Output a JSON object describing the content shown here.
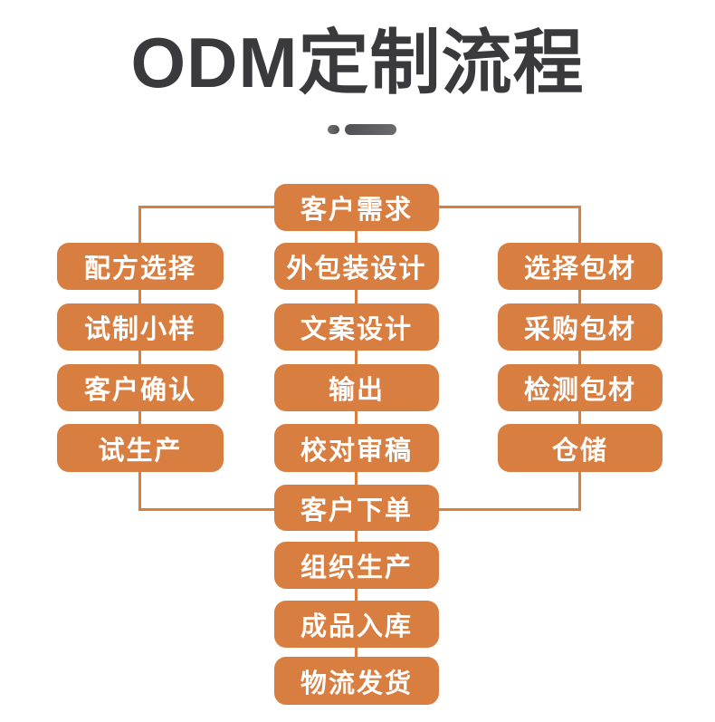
{
  "page": {
    "title": "ODM定制流程"
  },
  "colors": {
    "accent": "#d87e40",
    "title_text": "#3a3a3c",
    "node_text": "#ffffff",
    "divider": "#5a5a5d"
  },
  "flow": {
    "root": "客户需求",
    "left_branch": [
      "配方选择",
      "试制小样",
      "客户确认",
      "试生产"
    ],
    "middle_branch": [
      "外包装设计",
      "文案设计",
      "输出",
      "校对审稿"
    ],
    "right_branch": [
      "选择包材",
      "采购包材",
      "检测包材",
      "仓储"
    ],
    "merge": "客户下单",
    "tail": [
      "组织生产",
      "成品入库",
      "物流发货"
    ]
  }
}
